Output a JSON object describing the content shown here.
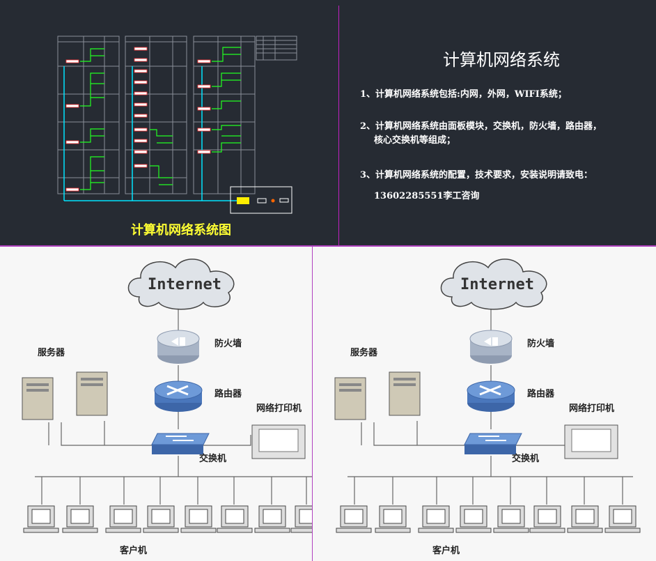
{
  "cad": {
    "caption": "计算机网络系统图"
  },
  "info": {
    "title": "计算机网络系统",
    "lines": [
      "1、计算机网络系统包括:内网，外网，WIFI系统；",
      "2、计算机网络系统由面板模块，交换机，防火墙，路由器，",
      "核心交换机等组成；",
      "3、计算机网络系统的配置，技术要求，安装说明请致电：",
      "13602285551李工咨询"
    ]
  },
  "diagram": {
    "internet": "Internet",
    "firewall": "防火墙",
    "server": "服务器",
    "router": "路由器",
    "printer": "网络打印机",
    "switch": "交换机",
    "client": "客户机"
  },
  "colors": {
    "bg_dark": "#262b33",
    "caption": "#ffff33",
    "divider": "#b040c0",
    "cad_line": "#00e5ff",
    "cad_green": "#22ff22"
  }
}
